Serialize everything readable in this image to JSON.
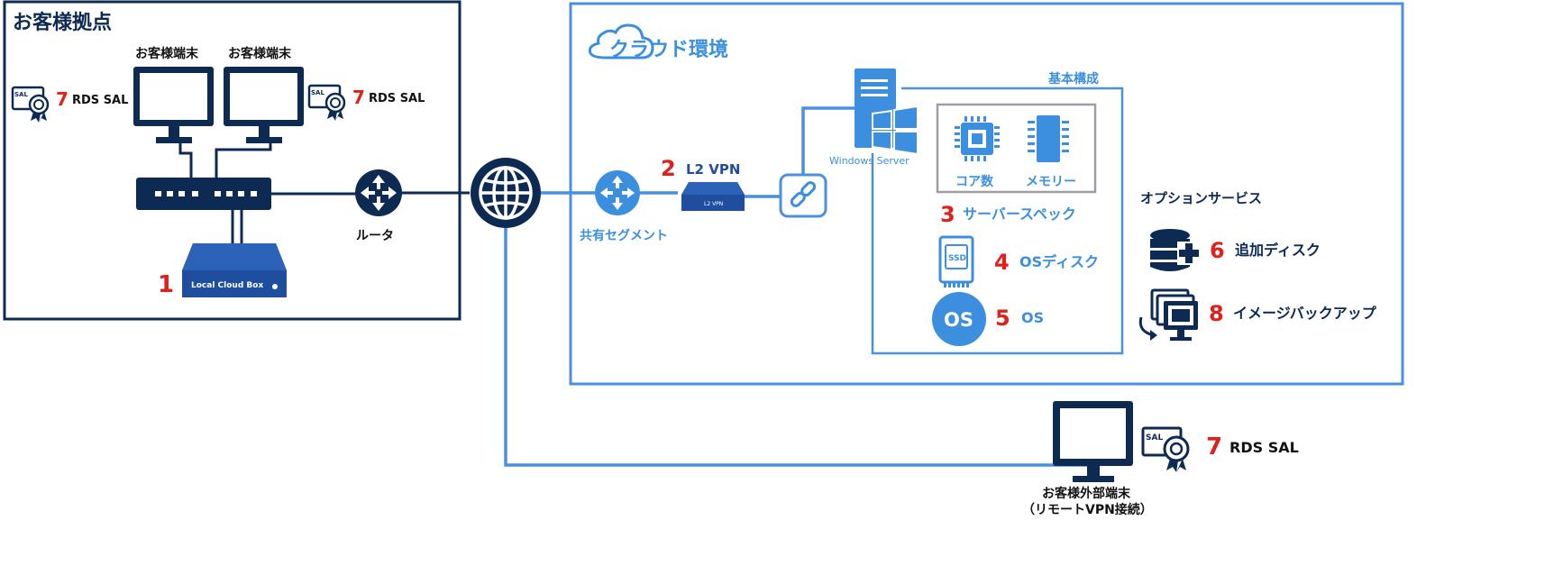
{
  "customer_site": {
    "title": "お客様拠点",
    "terminal_1_label": "お客様端末",
    "terminal_2_label": "お客様端末",
    "sal_left": {
      "num": "7",
      "label": "RDS SAL",
      "badge": "SAL"
    },
    "sal_right": {
      "num": "7",
      "label": "RDS SAL",
      "badge": "SAL"
    },
    "router_label": "ルータ",
    "box_num": "1",
    "box_label": "Local Cloud Box"
  },
  "cloud": {
    "title": "クラウド環境",
    "segment_label": "共有セグメント",
    "l2vpn_num": "2",
    "l2vpn_label": "L2 VPN",
    "l2vpn_device_label": "L2 VPN",
    "server_label": "Windows Server",
    "basic_config_label": "基本構成",
    "core_label": "コア数",
    "memory_label": "メモリー",
    "spec_num": "3",
    "spec_label": "サーバースペック",
    "ssd_badge": "SSD",
    "disk_num": "4",
    "disk_label": "OSディスク",
    "os_badge": "OS",
    "os_num": "5",
    "os_label": "OS",
    "options_title": "オプションサービス",
    "add_disk_num": "6",
    "add_disk_label": "追加ディスク",
    "image_backup_num": "8",
    "image_backup_label": "イメージバックアップ"
  },
  "remote": {
    "sal": {
      "num": "7",
      "label": "RDS SAL",
      "badge": "SAL"
    },
    "terminal_label_line1": "お客様外部端末",
    "terminal_label_line2": "（リモートVPN接続）"
  },
  "colors": {
    "navy": "#0c2a52",
    "blue": "#3b8fde",
    "line_blue": "#4a90e2",
    "red": "#e0201b",
    "gray_border": "#9aa0a6"
  }
}
